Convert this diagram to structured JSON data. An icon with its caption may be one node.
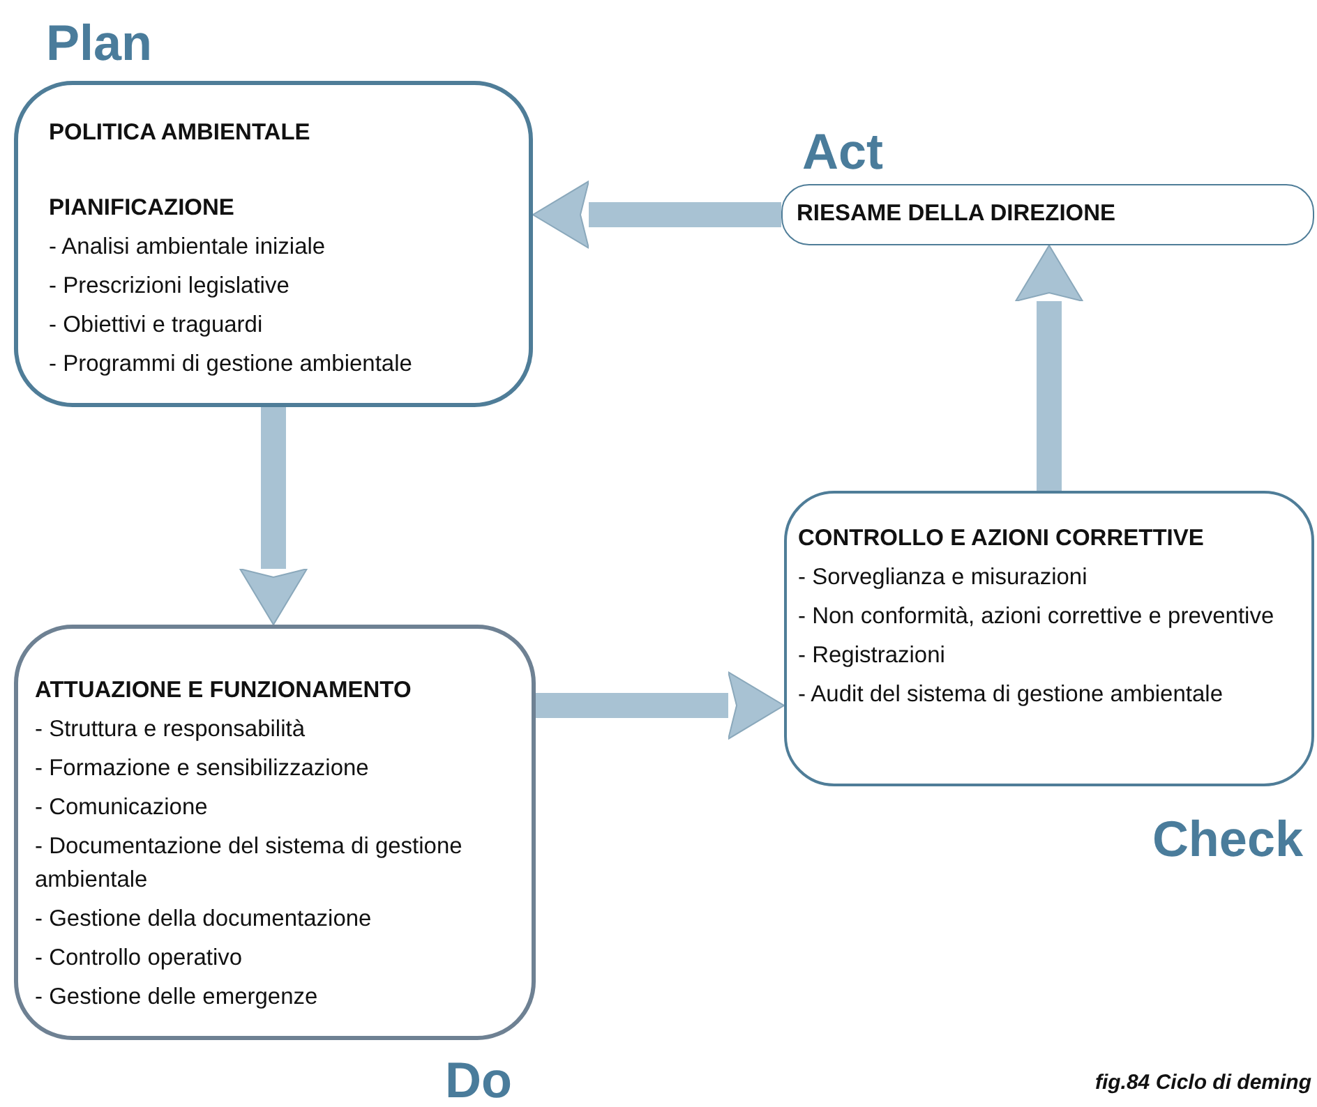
{
  "diagram": {
    "caption": "fig.84 Ciclo di deming",
    "nodes": [
      {
        "text": [
          "Plan",
          "POLITICA AMBIENTALE",
          "PIANIFICAZIONE",
          "- Analisi ambientale iniziale",
          "- Prescrizioni legislative",
          "- Obiettivi e traguardi",
          "- Programmi di gestione ambientale"
        ]
      },
      {
        "text": [
          "Act",
          "RIESAME DELLA DIREZIONE"
        ]
      },
      {
        "text": [
          "Check",
          "CONTROLLO E AZIONI CORRETTIVE",
          "- Sorveglianza e misurazioni",
          "- Non conformità, azioni correttive e preventive",
          "- Registrazioni",
          "- Audit del sistema di gestione ambientale"
        ]
      },
      {
        "text": [
          "Do",
          "ATTUAZIONE E FUNZIONAMENTO",
          "- Struttura e responsabilità",
          "- Formazione e sensibilizzazione",
          "- Comunicazione",
          "- Documentazione del sistema di gestione ambientale",
          "- Gestione della documentazione",
          "- Controllo operativo",
          "- Gestione delle emergenze"
        ]
      }
    ],
    "edges": [
      {
        "from": 0,
        "to": 3,
        "arrow": "to"
      },
      {
        "from": 3,
        "to": 2,
        "arrow": "to"
      },
      {
        "from": 2,
        "to": 1,
        "arrow": "to"
      },
      {
        "from": 1,
        "to": 0,
        "arrow": "to"
      }
    ]
  }
}
